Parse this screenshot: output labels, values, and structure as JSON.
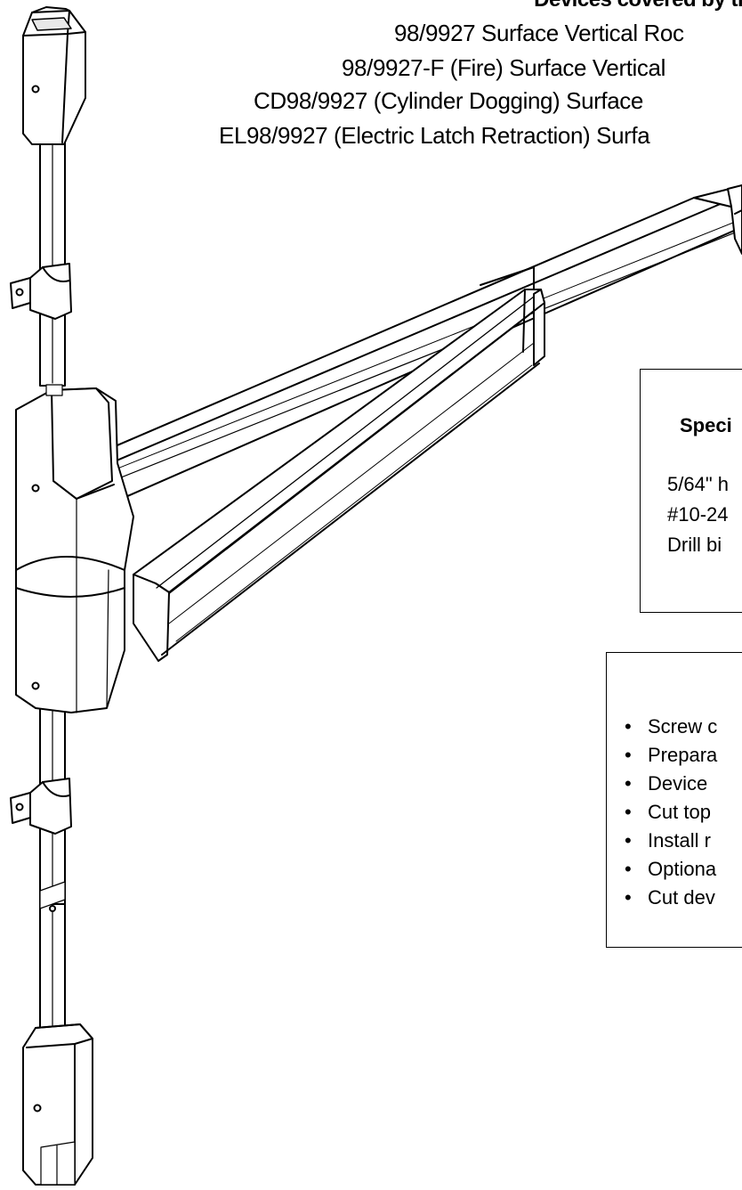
{
  "header": {
    "title": "Devices covered by these i",
    "models": [
      "98/9927 Surface Vertical Roc",
      "98/9927-F (Fire) Surface Vertical",
      "CD98/9927 (Cylinder Dogging) Surface",
      "EL98/9927 (Electric Latch Retraction) Surfa"
    ]
  },
  "special_tools": {
    "title": "Speci",
    "items": [
      "5/64\" h",
      "#10-24",
      "Drill bi"
    ]
  },
  "contents": {
    "items": [
      "Screw c",
      "Prepara",
      "Device",
      "Cut top",
      "Install r",
      "Optiona",
      "Cut dev"
    ]
  }
}
